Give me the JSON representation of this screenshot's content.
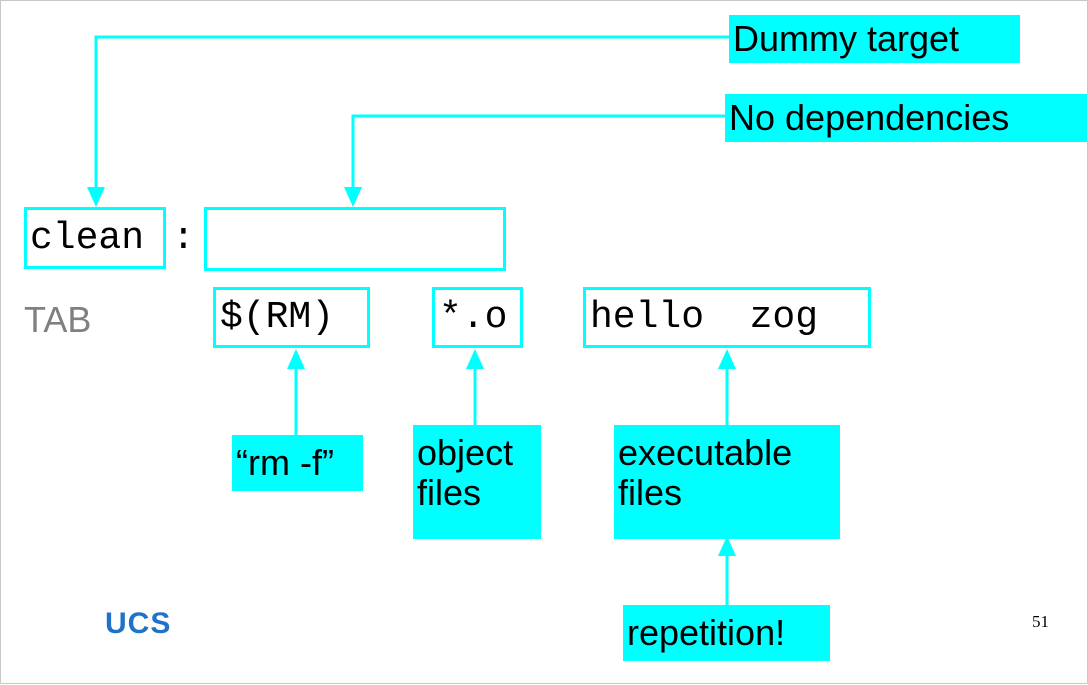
{
  "slide": {
    "code": {
      "target": "clean",
      "colon": ":",
      "tab_label": "TAB",
      "command": "$(RM)",
      "pattern": "*.o",
      "files": "hello  zog"
    },
    "annotations": {
      "dummy_target": "Dummy target",
      "no_dependencies": "No dependencies",
      "rm_f": "“rm -f”",
      "object_files": "object\nfiles",
      "executable_files": "executable\nfiles",
      "repetition": "repetition!"
    },
    "logo_text": "UCS",
    "page_number": "51",
    "accent_color": "#00ffff"
  }
}
